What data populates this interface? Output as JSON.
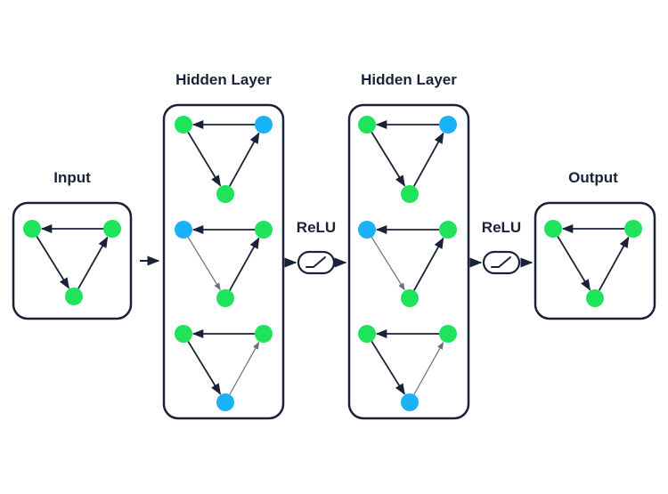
{
  "colors": {
    "ink": "#1a2238",
    "edge_light": "#6b6f78",
    "node_green": "#1fe35a",
    "node_blue": "#1ab2f5",
    "background": "#ffffff"
  },
  "labels": {
    "input": "Input",
    "hidden1": "Hidden Layer",
    "hidden2": "Hidden Layer",
    "output": "Output",
    "relu1": "ReLU",
    "relu2": "ReLU"
  },
  "blocks": [
    {
      "id": "input",
      "graphs": [
        {
          "top_left": "green",
          "top_right": "green",
          "bottom": "green",
          "edges": "dark"
        }
      ]
    },
    {
      "id": "hidden1",
      "graphs": [
        {
          "top_left": "green",
          "top_right": "blue",
          "bottom": "green",
          "edges": "mixed"
        },
        {
          "top_left": "blue",
          "top_right": "green",
          "bottom": "green",
          "edges": "mixed"
        },
        {
          "top_left": "green",
          "top_right": "green",
          "bottom": "blue",
          "edges": "mixed"
        }
      ]
    },
    {
      "id": "hidden2",
      "graphs": [
        {
          "top_left": "green",
          "top_right": "blue",
          "bottom": "green",
          "edges": "mixed"
        },
        {
          "top_left": "blue",
          "top_right": "green",
          "bottom": "green",
          "edges": "mixed"
        },
        {
          "top_left": "green",
          "top_right": "green",
          "bottom": "blue",
          "edges": "mixed"
        }
      ]
    },
    {
      "id": "output",
      "graphs": [
        {
          "top_left": "green",
          "top_right": "green",
          "bottom": "green",
          "edges": "dark"
        }
      ]
    }
  ],
  "activation_icon": "relu-curve-icon"
}
